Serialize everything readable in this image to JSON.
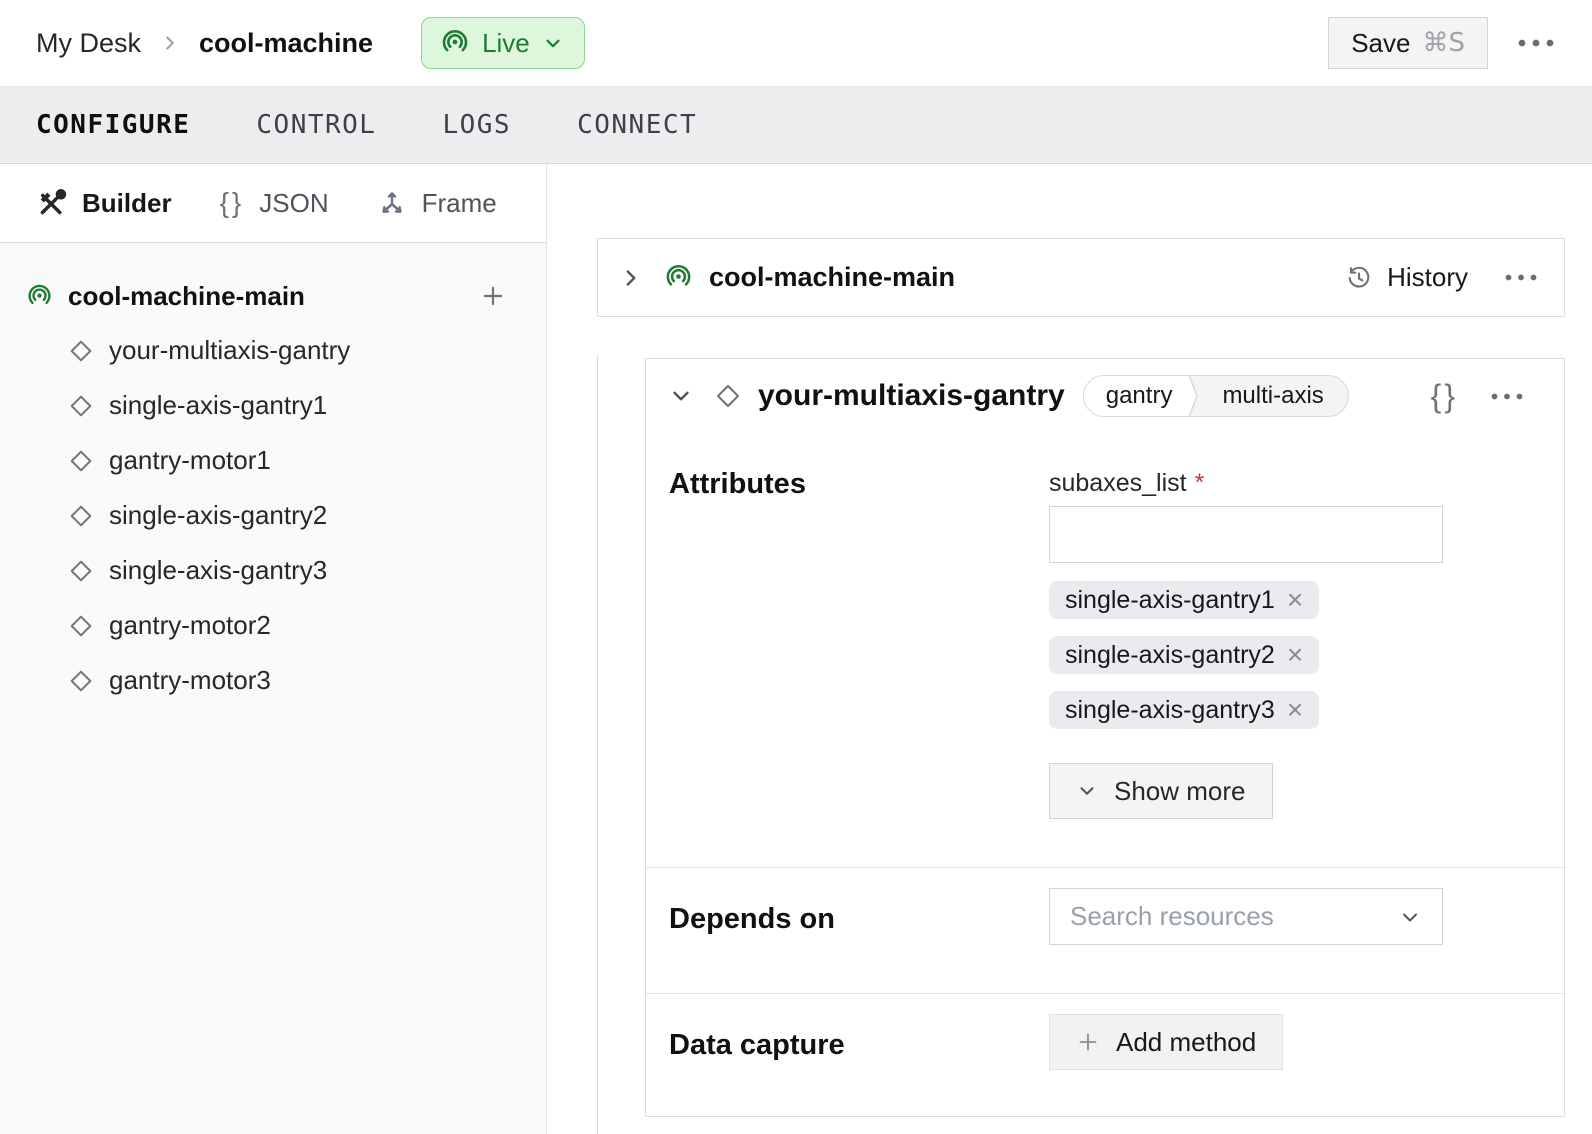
{
  "header": {
    "breadcrumb": {
      "parent": "My Desk",
      "current": "cool-machine"
    },
    "status": {
      "label": "Live"
    },
    "save": {
      "label": "Save",
      "shortcut": "⌘S"
    }
  },
  "tabs": [
    {
      "label": "CONFIGURE",
      "active": true
    },
    {
      "label": "CONTROL",
      "active": false
    },
    {
      "label": "LOGS",
      "active": false
    },
    {
      "label": "CONNECT",
      "active": false
    }
  ],
  "sidebar": {
    "modes": [
      {
        "label": "Builder",
        "icon": "tools-icon",
        "active": true
      },
      {
        "label": "JSON",
        "icon": "braces-icon",
        "active": false
      },
      {
        "label": "Frame",
        "icon": "axes-icon",
        "active": false
      }
    ],
    "tree": {
      "root": {
        "label": "cool-machine-main"
      },
      "items": [
        "your-multiaxis-gantry",
        "single-axis-gantry1",
        "gantry-motor1",
        "single-axis-gantry2",
        "single-axis-gantry3",
        "gantry-motor2",
        "gantry-motor3"
      ]
    }
  },
  "main": {
    "machine_card": {
      "title": "cool-machine-main",
      "history_label": "History"
    },
    "component_card": {
      "title": "your-multiaxis-gantry",
      "tags": [
        "gantry",
        "multi-axis"
      ],
      "attributes": {
        "heading": "Attributes",
        "field_label": "subaxes_list",
        "required_marker": "*",
        "input_value": "",
        "chips": [
          "single-axis-gantry1",
          "single-axis-gantry2",
          "single-axis-gantry3"
        ],
        "show_more_label": "Show more"
      },
      "depends_on": {
        "heading": "Depends on",
        "placeholder": "Search resources"
      },
      "data_capture": {
        "heading": "Data capture",
        "add_label": "Add method"
      }
    }
  },
  "icons": {
    "braces": "{}",
    "close": "×"
  },
  "colors": {
    "green": "#1f7d33",
    "green_bg": "#ddf6dc",
    "green_border": "#8bd491",
    "card_border": "#dcdce0",
    "tabbar_bg": "#ededf0",
    "chip_bg": "#ebeaef",
    "required_red": "#d92b2b"
  }
}
